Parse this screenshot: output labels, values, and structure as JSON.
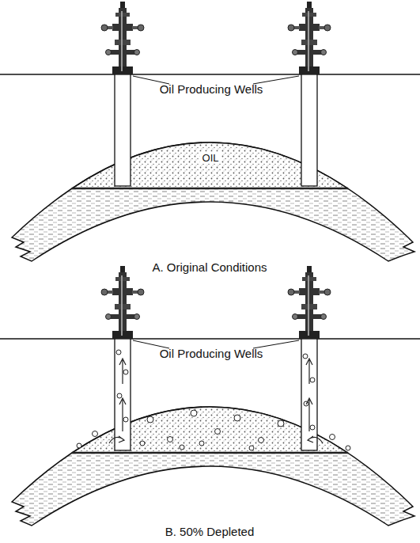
{
  "diagram": {
    "labels": [
      "Oil Producing Wells",
      "OIL",
      "A. Original Conditions",
      "Oil Producing Wells",
      "B. 50% Depleted"
    ]
  }
}
